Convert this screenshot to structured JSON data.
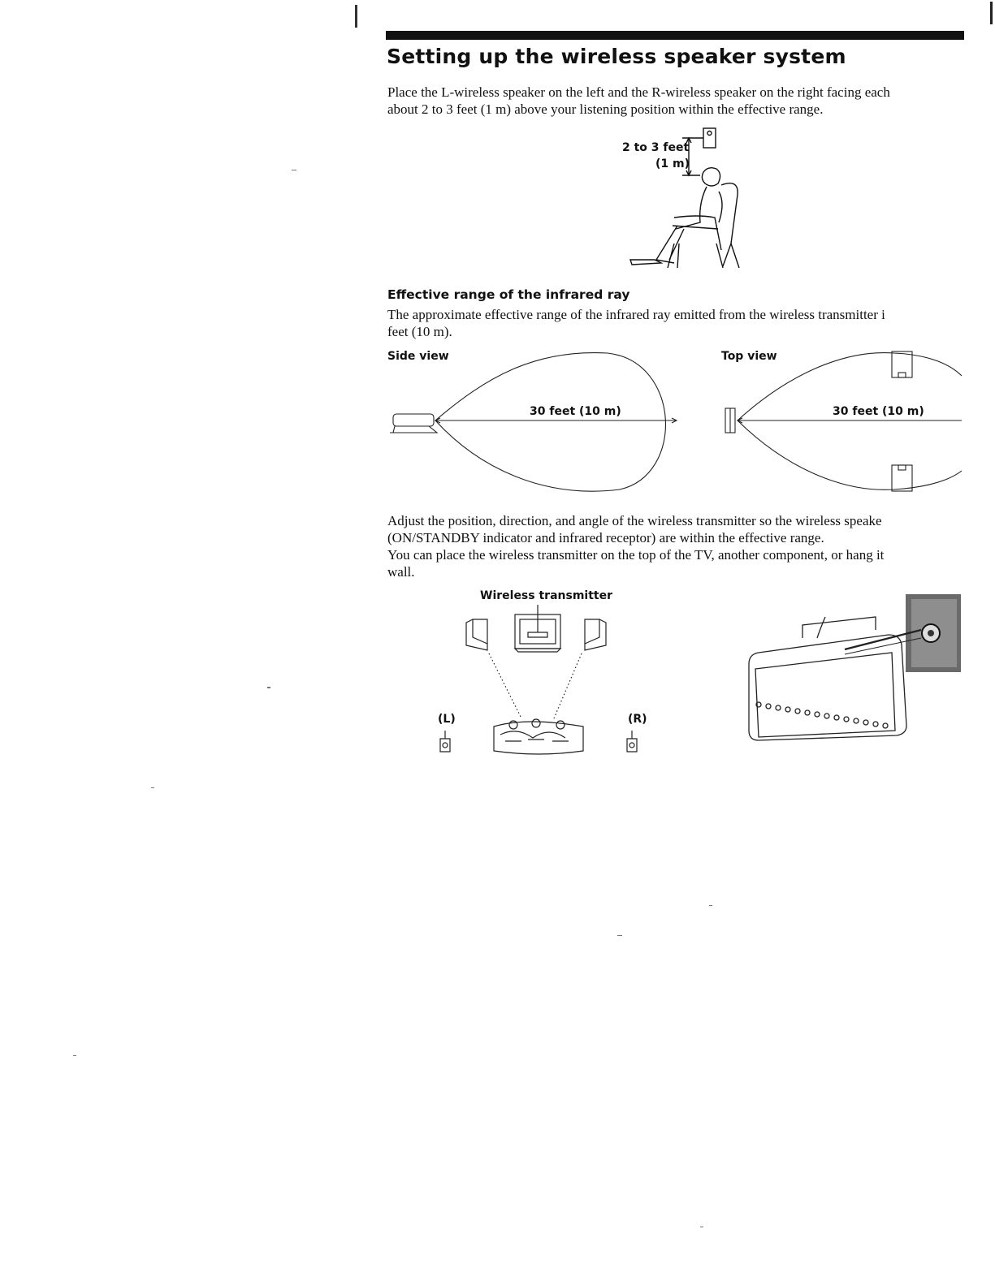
{
  "section": {
    "title": "Setting up the wireless speaker system",
    "intro_line1": "Place the L-wireless speaker on the left and the R-wireless speaker on the right facing each",
    "intro_line2": "about 2 to 3 feet (1 m) above your listening position within the effective range."
  },
  "height_figure": {
    "label_line1": "2 to 3 feet",
    "label_line2": "(1 m)"
  },
  "effective_range": {
    "heading": "Effective range of the infrared ray",
    "body_line1": "The approximate effective range of the infrared ray emitted from the wireless transmitter i",
    "body_line2": "feet (10 m)."
  },
  "side_view": {
    "label": "Side view",
    "distance": "30 feet (10 m)"
  },
  "top_view": {
    "label": "Top view",
    "distance": "30 feet (10 m)"
  },
  "adjust": {
    "line1": "Adjust the position, direction, and angle of the wireless transmitter so the wireless speake",
    "line2": "(ON/STANDBY indicator and infrared receptor) are within the effective range.",
    "line3": "You can place the wireless transmitter on the top of the TV, another component, or hang it",
    "line4": "wall."
  },
  "placement_figure": {
    "transmitter_label": "Wireless transmitter",
    "left_label": "(L)",
    "right_label": "(R)"
  }
}
